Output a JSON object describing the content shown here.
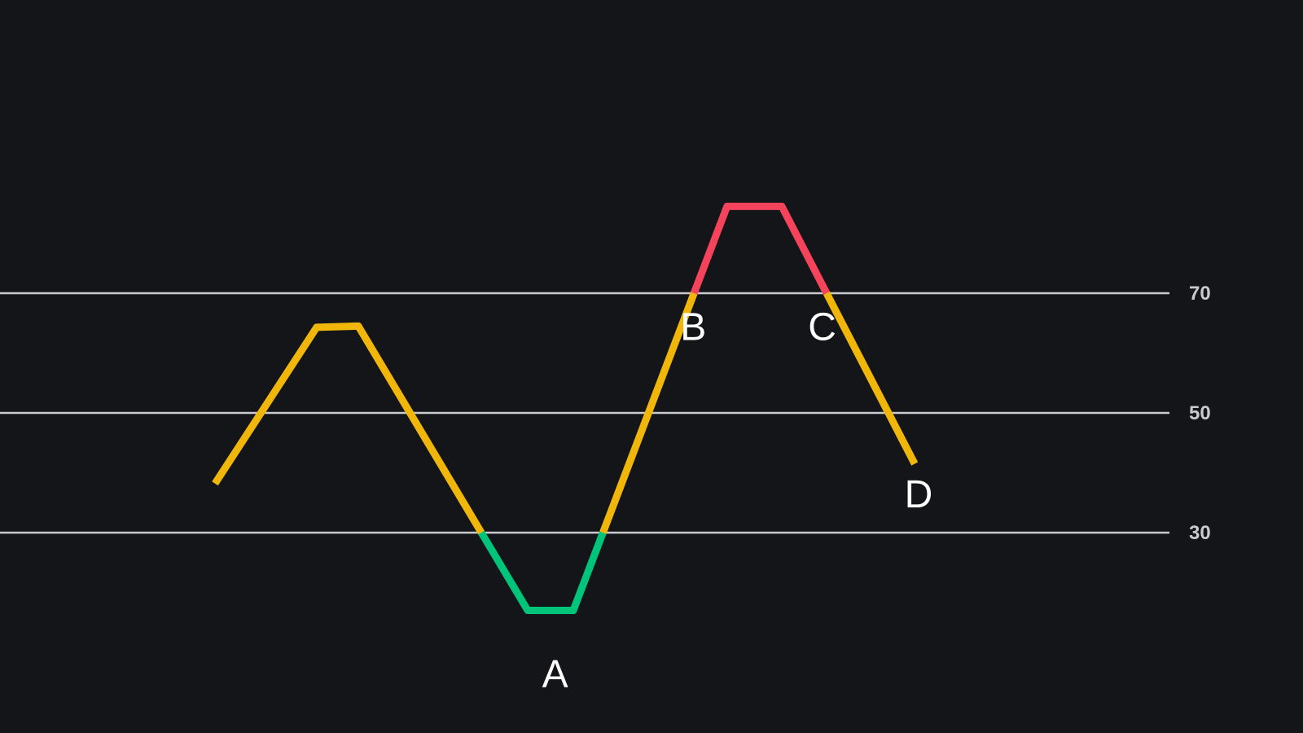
{
  "chart_data": {
    "type": "line",
    "title": "",
    "xlabel": "",
    "ylabel": "",
    "xlim": [
      0,
      100
    ],
    "ylim": [
      0,
      100
    ],
    "grid": false,
    "series": [
      {
        "points": [
          [
            16.5,
            38.2
          ],
          [
            24.3,
            64.3
          ],
          [
            27.5,
            64.5
          ],
          [
            40.5,
            17.0
          ],
          [
            44.0,
            17.0
          ],
          [
            55.8,
            84.5
          ],
          [
            60.0,
            84.5
          ],
          [
            70.2,
            41.5
          ]
        ]
      }
    ],
    "reference_lines": [
      {
        "value": 70,
        "label": "70"
      },
      {
        "value": 50,
        "label": "50"
      },
      {
        "value": 30,
        "label": "30"
      }
    ],
    "annotations": [
      {
        "label": "A",
        "x": 42.6,
        "y": 6.5
      },
      {
        "label": "B",
        "x": 53.2,
        "y": 64.5
      },
      {
        "label": "C",
        "x": 63.1,
        "y": 64.5
      },
      {
        "label": "D",
        "x": 70.5,
        "y": 36.5
      }
    ],
    "zone_colors": {
      "overbought": "#f5435b",
      "neutral": "#f0b70a",
      "oversold": "#00c47a"
    }
  }
}
